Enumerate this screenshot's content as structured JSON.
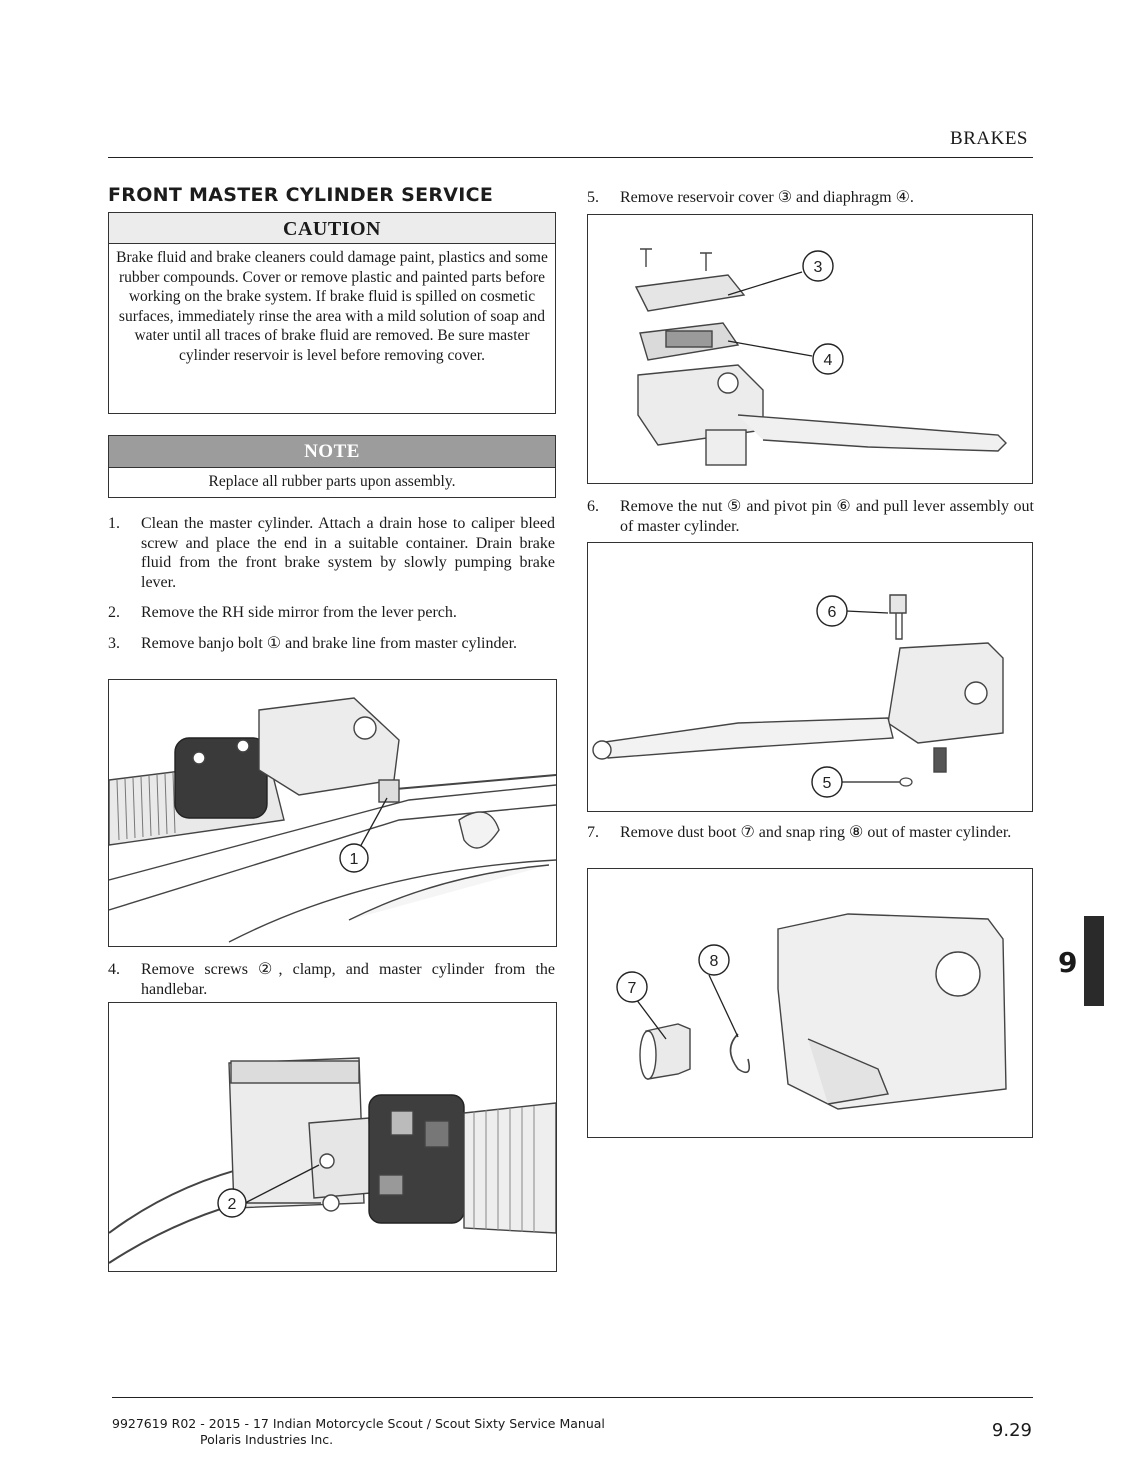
{
  "header": {
    "section": "BRAKES"
  },
  "section_title": "FRONT MASTER CYLINDER SERVICE",
  "caution": {
    "title": "CAUTION",
    "text": "Brake fluid and brake cleaners could damage paint, plastics and some rubber compounds. Cover or remove plastic and painted parts before working on the brake system. If brake fluid is spilled on cosmetic surfaces, immediately rinse the area with a mild solution of soap and water until all traces of brake fluid are removed. Be sure master cylinder reservoir is level before removing cover."
  },
  "note": {
    "title": "NOTE",
    "text": "Replace all rubber parts upon assembly."
  },
  "steps": [
    {
      "num": "1.",
      "text": "Clean the master cylinder. Attach a drain hose to caliper bleed screw and place the end in a suitable container. Drain brake fluid from the front brake system by slowly pumping brake lever."
    },
    {
      "num": "2.",
      "text": "Remove the RH side mirror from the lever perch."
    },
    {
      "num": "3.",
      "text": "Remove banjo bolt ① and brake line from master cylinder."
    },
    {
      "num": "4.",
      "text": "Remove screws ②, clamp, and master cylinder from the handlebar."
    },
    {
      "num": "5.",
      "text": "Remove reservoir cover ③ and diaphragm ④."
    },
    {
      "num": "6.",
      "text": "Remove the nut ⑤ and pivot pin ⑥ and pull lever assembly out of master cylinder."
    },
    {
      "num": "7.",
      "text": "Remove dust boot ⑦ and snap ring ⑧ out of master cylinder."
    }
  ],
  "figure_callouts": {
    "fig1": [
      "1"
    ],
    "fig2": [
      "2"
    ],
    "fig3": [
      "3",
      "4"
    ],
    "fig4": [
      "6",
      "5"
    ],
    "fig5": [
      "8",
      "7"
    ]
  },
  "chapter_tab": "9",
  "footer": {
    "line1": "9927619 R02 - 2015 - 17 Indian Motorcycle Scout / Scout Sixty Service Manual",
    "line2": "Polaris Industries Inc.",
    "page": "9.29"
  }
}
